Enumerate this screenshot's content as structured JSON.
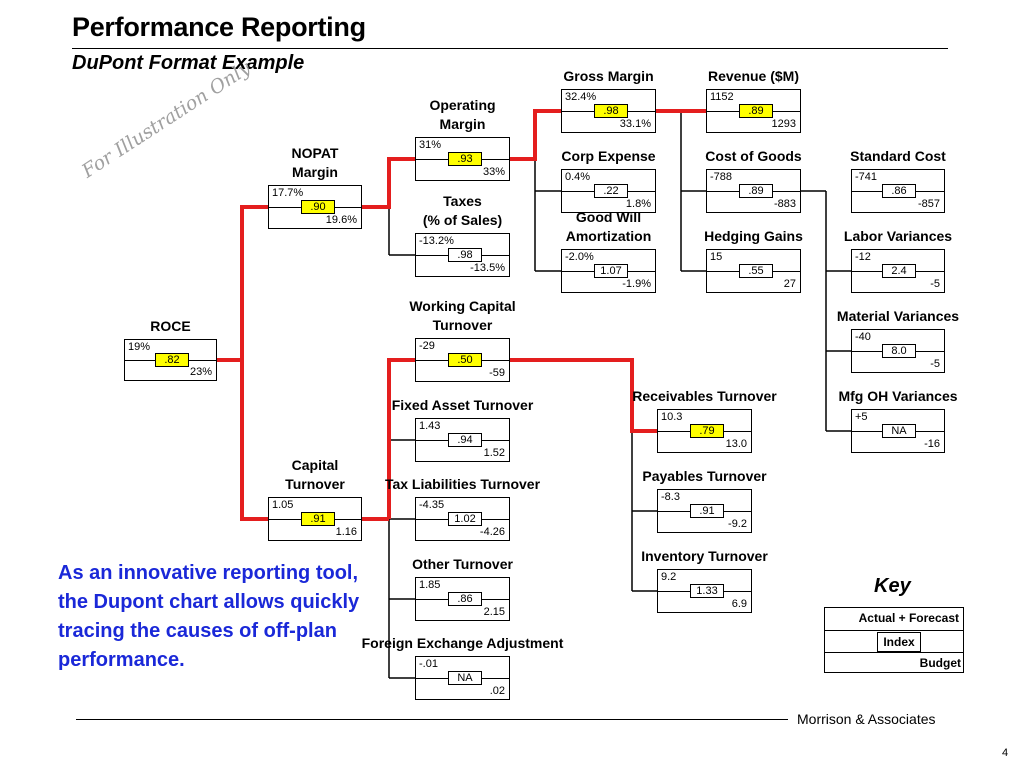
{
  "header": {
    "title": "Performance Reporting",
    "subtitle": "DuPont Format Example"
  },
  "watermark": "For Illustration Only",
  "blurb": "As an innovative reporting tool, the Dupont chart allows quickly tracing the causes of off-plan performance.",
  "key": {
    "title": "Key",
    "actual": "Actual + Forecast",
    "index": "Index",
    "budget": "Budget"
  },
  "footer": {
    "org": "Morrison & Associates",
    "page": "4"
  },
  "colors": {
    "highlight_path": "#e41e1e",
    "index_highlight": "#ffff00",
    "blurb": "#1a28d8",
    "watermark": "#a0a0a0",
    "connector": "#000000"
  },
  "nodes": [
    {
      "id": "roce",
      "label": "ROCE",
      "actual": "19%",
      "index": ".82",
      "budget": "23%",
      "highlight": true
    },
    {
      "id": "nopat",
      "label": "NOPAT\nMargin",
      "actual": "17.7%",
      "index": ".90",
      "budget": "19.6%",
      "highlight": true
    },
    {
      "id": "capturn",
      "label": "Capital\nTurnover",
      "actual": "1.05",
      "index": ".91",
      "budget": "1.16",
      "highlight": true
    },
    {
      "id": "opmargin",
      "label": "Operating\nMargin",
      "actual": "31%",
      "index": ".93",
      "budget": "33%",
      "highlight": true
    },
    {
      "id": "taxes",
      "label": "Taxes\n(% of Sales)",
      "actual": "-13.2%",
      "index": ".98",
      "budget": "-13.5%",
      "highlight": false
    },
    {
      "id": "wcturn",
      "label": "Working Capital\nTurnover",
      "actual": "-29",
      "index": ".50",
      "budget": "-59",
      "highlight": true
    },
    {
      "id": "faturn",
      "label": "Fixed Asset Turnover",
      "actual": "1.43",
      "index": ".94",
      "budget": "1.52",
      "highlight": false
    },
    {
      "id": "taxliab",
      "label": "Tax Liabilities Turnover",
      "actual": "-4.35",
      "index": "1.02",
      "budget": "-4.26",
      "highlight": false
    },
    {
      "id": "otherturn",
      "label": "Other Turnover",
      "actual": "1.85",
      "index": ".86",
      "budget": "2.15",
      "highlight": false
    },
    {
      "id": "fxadj",
      "label": "Foreign Exchange Adjustment",
      "actual": "-.01",
      "index": "NA",
      "budget": ".02",
      "highlight": false
    },
    {
      "id": "grossmargin",
      "label": "Gross Margin",
      "actual": "32.4%",
      "index": ".98",
      "budget": "33.1%",
      "highlight": true
    },
    {
      "id": "corpexp",
      "label": "Corp Expense",
      "actual": "0.4%",
      "index": ".22",
      "budget": "1.8%",
      "highlight": false
    },
    {
      "id": "goodwill",
      "label": "Good Will\nAmortization",
      "actual": "-2.0%",
      "index": "1.07",
      "budget": "-1.9%",
      "highlight": false
    },
    {
      "id": "revenue",
      "label": "Revenue ($M)",
      "actual": "1152",
      "index": ".89",
      "budget": "1293",
      "highlight": true
    },
    {
      "id": "cogs",
      "label": "Cost of Goods",
      "actual": "-788",
      "index": ".89",
      "budget": "-883",
      "highlight": false
    },
    {
      "id": "hedging",
      "label": "Hedging Gains",
      "actual": "15",
      "index": ".55",
      "budget": "27",
      "highlight": false
    },
    {
      "id": "recturn",
      "label": "Receivables Turnover",
      "actual": "10.3",
      "index": ".79",
      "budget": "13.0",
      "highlight": true
    },
    {
      "id": "payturn",
      "label": "Payables Turnover",
      "actual": "-8.3",
      "index": ".91",
      "budget": "-9.2",
      "highlight": false
    },
    {
      "id": "invturn",
      "label": "Inventory Turnover",
      "actual": "9.2",
      "index": "1.33",
      "budget": "6.9",
      "highlight": false
    },
    {
      "id": "stdcost",
      "label": "Standard Cost",
      "actual": "-741",
      "index": ".86",
      "budget": "-857",
      "highlight": false
    },
    {
      "id": "laborvar",
      "label": "Labor Variances",
      "actual": "-12",
      "index": "2.4",
      "budget": "-5",
      "highlight": false
    },
    {
      "id": "matvar",
      "label": "Material Variances",
      "actual": "-40",
      "index": "8.0",
      "budget": "-5",
      "highlight": false
    },
    {
      "id": "mfgoh",
      "label": "Mfg OH Variances",
      "actual": "+5",
      "index": "NA",
      "budget": "-16",
      "highlight": false
    }
  ]
}
